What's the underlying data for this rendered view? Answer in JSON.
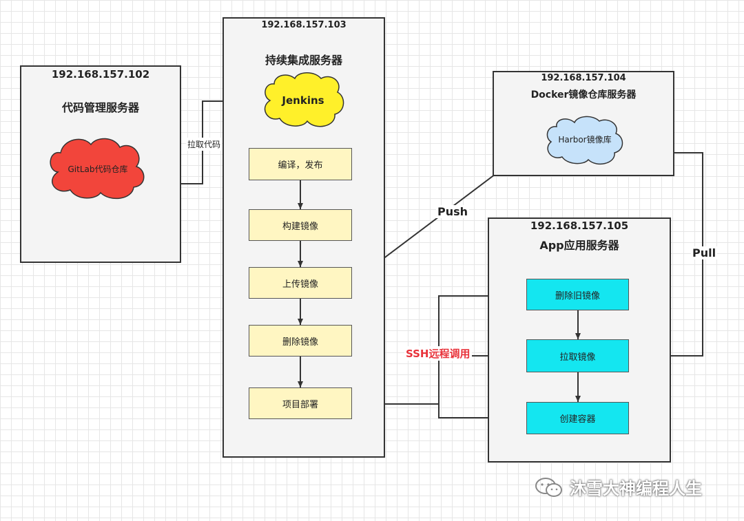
{
  "servers": {
    "code": {
      "ip": "192.168.157.102",
      "name": "代码管理服务器",
      "cloud": "GitLab代码仓库"
    },
    "ci": {
      "ip": "192.168.157.103",
      "name": "持续集成服务器",
      "cloud": "Jenkins",
      "steps": [
        "编译，发布",
        "构建镜像",
        "上传镜像",
        "删除镜像",
        "项目部署"
      ]
    },
    "registry": {
      "ip": "192.168.157.104",
      "name": "Docker镜像仓库服务器",
      "cloud": "Harbor镜像库"
    },
    "app": {
      "ip": "192.168.157.105",
      "name": "App应用服务器",
      "steps": [
        "删除旧镜像",
        "拉取镜像",
        "创建容器"
      ]
    }
  },
  "edges": {
    "pull_code": "拉取代码",
    "push": "Push",
    "pull": "Pull",
    "ssh": "SSH远程调用"
  },
  "watermark": "沐雪大神编程人生",
  "colors": {
    "gitlab_cloud": "#f2453b",
    "jenkins_cloud": "#fff02a",
    "harbor_cloud": "#c6e2fa",
    "ssh_label": "#e8323a",
    "yellow_step": "#fff6c2",
    "cyan_step": "#14e6f0"
  }
}
